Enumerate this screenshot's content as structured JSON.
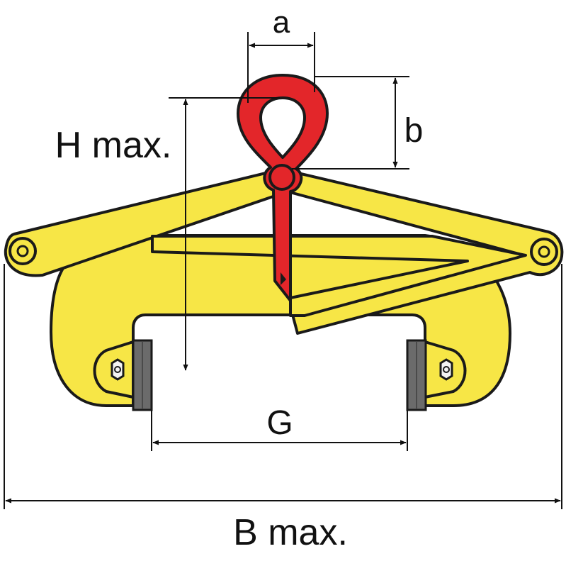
{
  "labels": {
    "a": "a",
    "b": "b",
    "h_max": "H max.",
    "g": "G",
    "b_max": "B max."
  },
  "colors": {
    "body_yellow": "#f7e646",
    "eye_red": "#e3262a",
    "jaw_grey": "#6b6b6b",
    "outline": "#1a1a1a"
  },
  "icons": [
    "pivot-bolt-icon",
    "hex-nut-icon"
  ]
}
